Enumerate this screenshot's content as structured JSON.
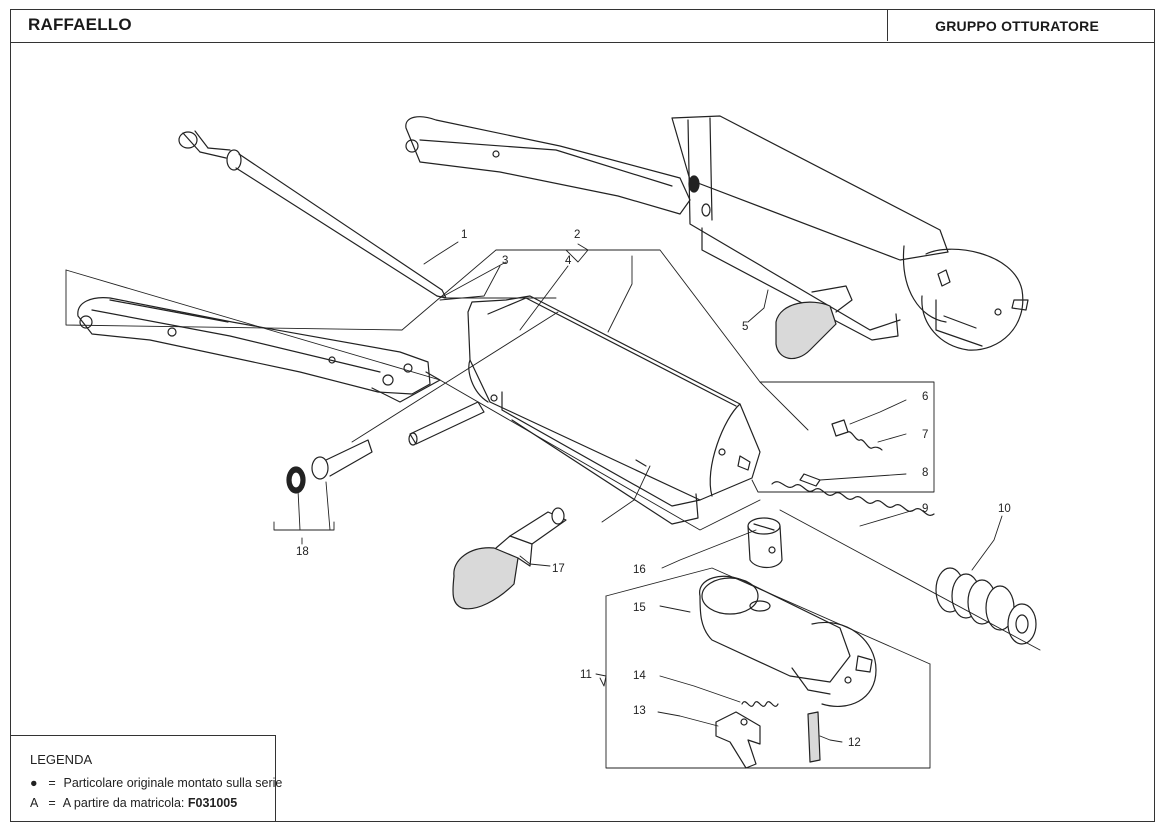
{
  "header": {
    "model": "RAFFAELLO",
    "section": "GRUPPO OTTURATORE"
  },
  "legend": {
    "title": "LEGENDA",
    "row1_symbol": "●",
    "row1_eq": "=",
    "row1_text": "Particolare originale montato sulla serie",
    "row2_symbol": "A",
    "row2_eq": "=",
    "row2_text": "A partire da matricola: ",
    "row2_serial": "F031005"
  },
  "callouts": {
    "c1": "1",
    "c2": "2",
    "c3": "3",
    "c4": "4",
    "c5": "5",
    "c6": "6",
    "c7": "7",
    "c8": "8",
    "c9": "9",
    "c10": "10",
    "c11": "11",
    "c12": "12",
    "c13": "13",
    "c14": "14",
    "c15": "15",
    "c16": "16",
    "c17": "17",
    "c18": "18"
  },
  "colors": {
    "line": "#222222",
    "paper": "#ffffff",
    "shade": "#d9d9d9"
  }
}
